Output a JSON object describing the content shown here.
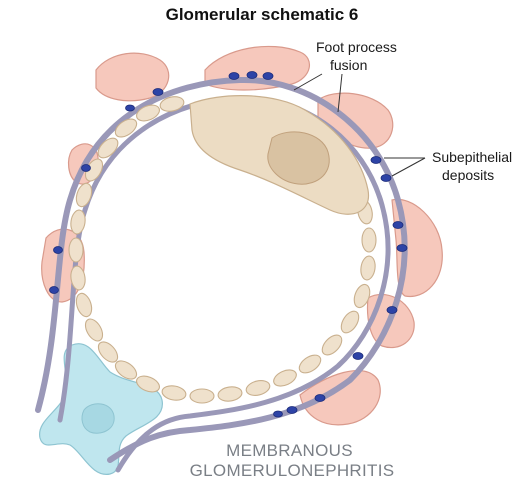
{
  "title": "Glomerular schematic 6",
  "labels": {
    "foot_process_line1": "Foot process",
    "foot_process_line2": "fusion",
    "subepithelial_line1": "Subepithelial",
    "subepithelial_line2": "deposits"
  },
  "caption": {
    "line1": "MEMBRANOUS",
    "line2": "GLOMERULONEPHRITIS"
  },
  "colors": {
    "podocyte": "#f6c8bc",
    "podocyte_stroke": "#d99a8c",
    "basement_membrane": "#9a98b8",
    "endothelium": "#efe1cc",
    "endothelium_stroke": "#c9b08e",
    "deposit": "#2d43a6",
    "mesangial_cell": "#bfe6ee",
    "nucleus": "#d9c2a2"
  }
}
